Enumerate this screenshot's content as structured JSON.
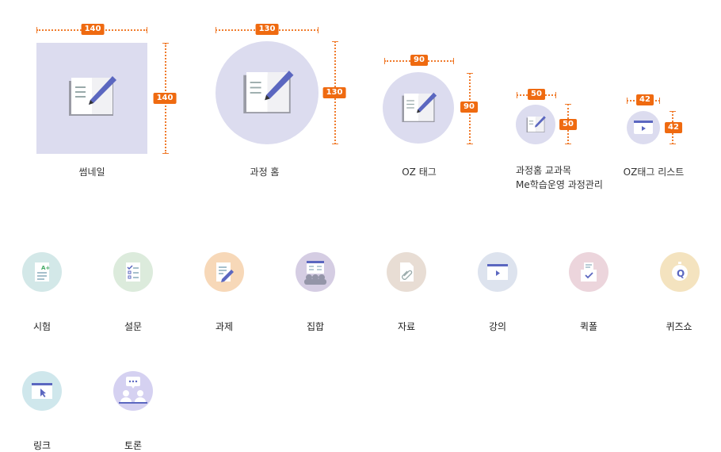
{
  "sizes": {
    "thumbnail": {
      "width": "140",
      "height": "140",
      "label": "썸네일"
    },
    "course_home": {
      "width": "130",
      "height": "130",
      "label": "과정 홈"
    },
    "oz_tag": {
      "width": "90",
      "height": "90",
      "label": "OZ 태그"
    },
    "course_subject": {
      "width": "50",
      "height": "50",
      "label_line1": "과정홈 교과목",
      "label_line2": "Me학습운영 과정관리"
    },
    "oz_tag_list": {
      "width": "42",
      "height": "42",
      "label": "OZ태그 리스트"
    }
  },
  "icons_row1": [
    {
      "label": "시험",
      "color": "#d3e8e8",
      "icon": "exam-icon"
    },
    {
      "label": "설문",
      "color": "#dcebdc",
      "icon": "survey-icon"
    },
    {
      "label": "과제",
      "color": "#f7d8b8",
      "icon": "assignment-icon"
    },
    {
      "label": "집합",
      "color": "#d5cde3",
      "icon": "group-icon"
    },
    {
      "label": "자료",
      "color": "#e8ddd4",
      "icon": "material-icon"
    },
    {
      "label": "강의",
      "color": "#dde3ee",
      "icon": "lecture-icon"
    },
    {
      "label": "퀵폴",
      "color": "#ecd5dc",
      "icon": "quickpoll-icon"
    },
    {
      "label": "퀴즈쇼",
      "color": "#f4e3bf",
      "icon": "quizshow-icon"
    }
  ],
  "icons_row2": [
    {
      "label": "링크",
      "color": "#cfe7ec",
      "icon": "link-icon"
    },
    {
      "label": "토론",
      "color": "#d5d1f1",
      "icon": "discussion-icon"
    }
  ]
}
